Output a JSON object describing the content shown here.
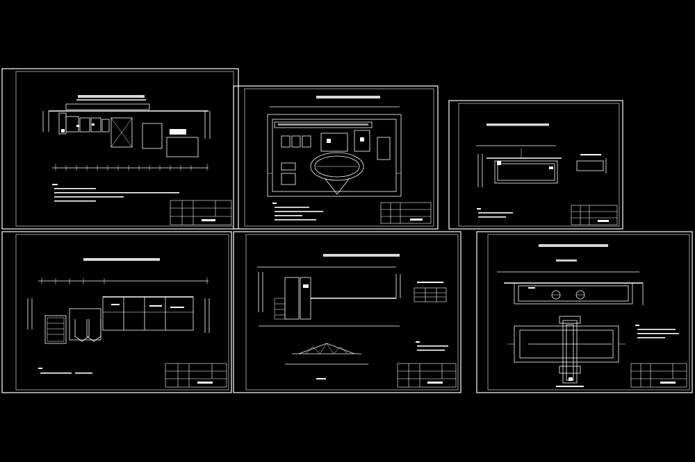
{
  "window": {
    "background_color": "#000000",
    "line_color": "#ffffff"
  },
  "sheets": [
    {
      "id": "sheet-1",
      "title": "",
      "notes": [],
      "title_block": []
    },
    {
      "id": "sheet-2",
      "title": "",
      "notes": [],
      "title_block": []
    },
    {
      "id": "sheet-3",
      "title": "",
      "notes": [],
      "title_block": []
    },
    {
      "id": "sheet-4",
      "title": "",
      "notes": [],
      "title_block": []
    },
    {
      "id": "sheet-5",
      "title": "",
      "notes": [],
      "title_block": []
    },
    {
      "id": "sheet-6",
      "title": "",
      "notes": [],
      "title_block": []
    }
  ],
  "icons": {
    "title_block": "title-block-icon",
    "dimension_line": "dimension-line-icon"
  }
}
